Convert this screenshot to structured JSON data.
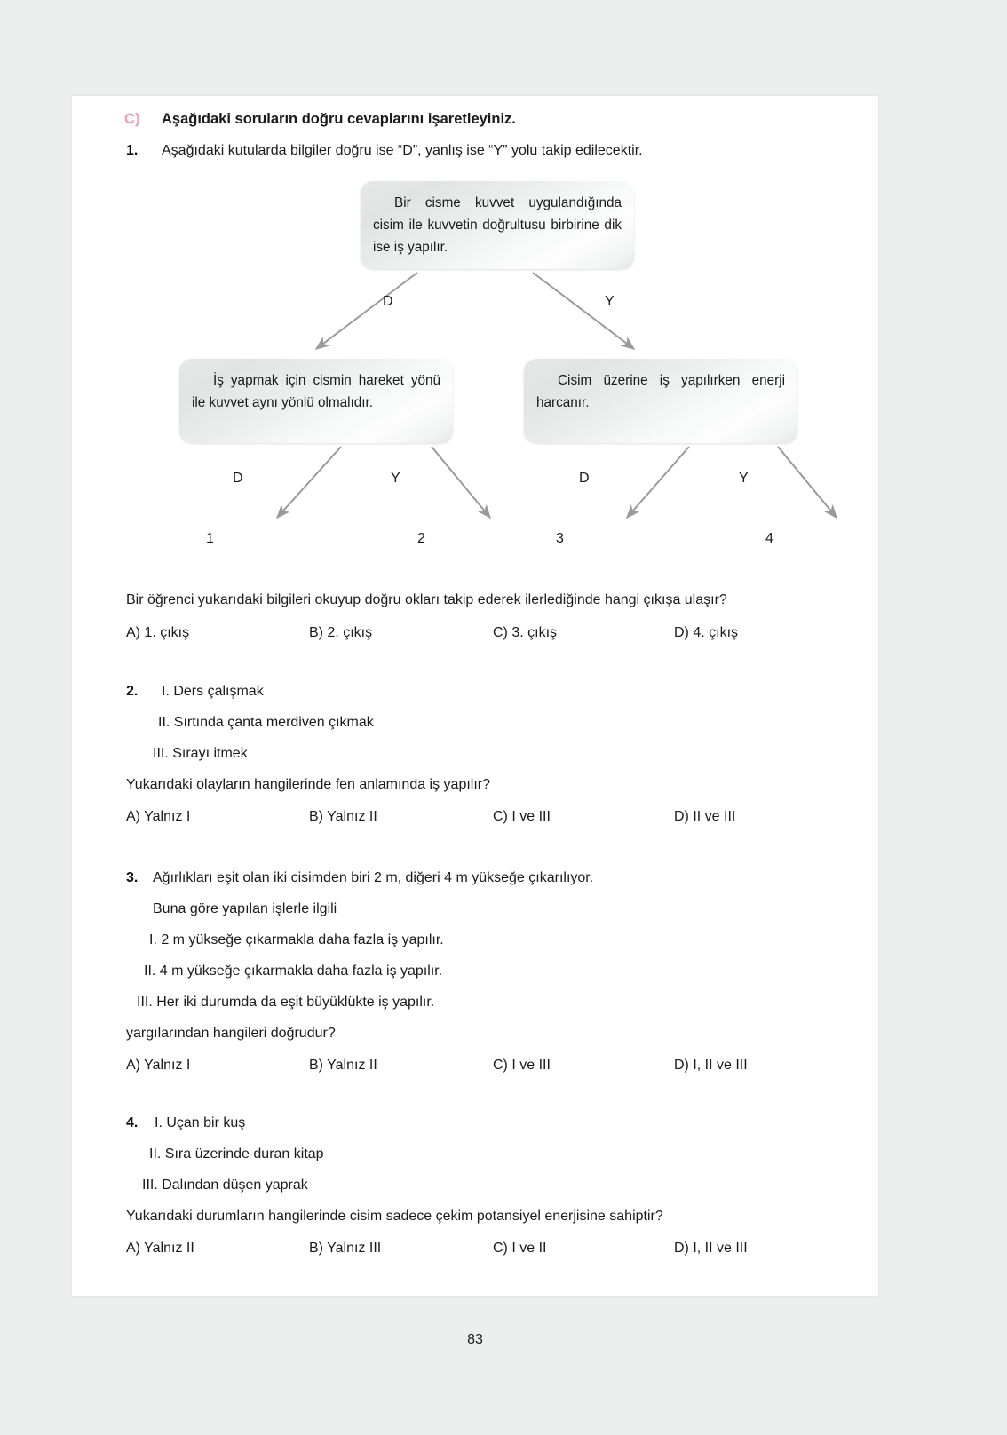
{
  "page": {
    "number": "83"
  },
  "section": {
    "letter": "C)",
    "title": "Aşağıdaki soruların doğru cevaplarını işaretleyiniz."
  },
  "q1": {
    "number": "1.",
    "prompt": "Aşağıdaki kutularda bilgiler doğru ise “D”, yanlış ise “Y” yolu takip edilecektir.",
    "flowchart": {
      "boxes": {
        "top": "Bir cisme kuvvet uygulandığında cisim ile kuvvetin doğrultusu birbirine dik ise iş yapılır.",
        "left": "İş yapmak için cismin hareket yönü ile kuvvet aynı yönlü olmalıdır.",
        "right": "Cisim üzerine iş yapılırken enerji harcanır."
      },
      "branch_labels": {
        "top_left": "D",
        "top_right": "Y",
        "left_d": "D",
        "left_y": "Y",
        "right_d": "D",
        "right_y": "Y"
      },
      "exits": [
        "1",
        "2",
        "3",
        "4"
      ],
      "arrow_color": "#9a9a9a"
    },
    "question": "Bir öğrenci yukarıdaki bilgileri okuyup doğru okları takip ederek ilerlediğinde hangi çıkışa ulaşır?",
    "options": [
      "A) 1. çıkış",
      "B) 2. çıkış",
      "C) 3. çıkış",
      "D) 4. çıkış"
    ]
  },
  "q2": {
    "number": "2.",
    "items": [
      "I.  Ders çalışmak",
      "II.  Sırtında çanta merdiven çıkmak",
      "III.  Sırayı itmek"
    ],
    "question": "Yukarıdaki olayların hangilerinde fen anlamında iş yapılır?",
    "options": [
      "A) Yalnız I",
      "B) Yalnız II",
      "C) I ve III",
      "D) II ve III"
    ]
  },
  "q3": {
    "number": "3.",
    "prompt": "Ağırlıkları eşit olan iki cisimden biri 2 m, diğeri 4 m yükseğe çıkarılıyor.",
    "lead": "Buna göre yapılan işlerle ilgili",
    "items": [
      "I. 2 m yükseğe çıkarmakla daha fazla iş yapılır.",
      "II. 4 m yükseğe çıkarmakla daha fazla iş yapılır.",
      "III. Her iki durumda da eşit büyüklükte iş yapılır."
    ],
    "question": "yargılarından hangileri doğrudur?",
    "options": [
      "A) Yalnız I",
      "B) Yalnız II",
      "C) I ve III",
      "D) I, II ve III"
    ]
  },
  "q4": {
    "number": "4.",
    "items": [
      "I. Uçan bir kuş",
      "II. Sıra üzerinde duran kitap",
      "III. Dalından düşen yaprak"
    ],
    "question": "Yukarıdaki durumların hangilerinde cisim sadece çekim potansiyel enerjisine sahiptir?",
    "options": [
      "A) Yalnız II",
      "B) Yalnız III",
      "C) I ve II",
      "D) I, II ve III"
    ]
  }
}
